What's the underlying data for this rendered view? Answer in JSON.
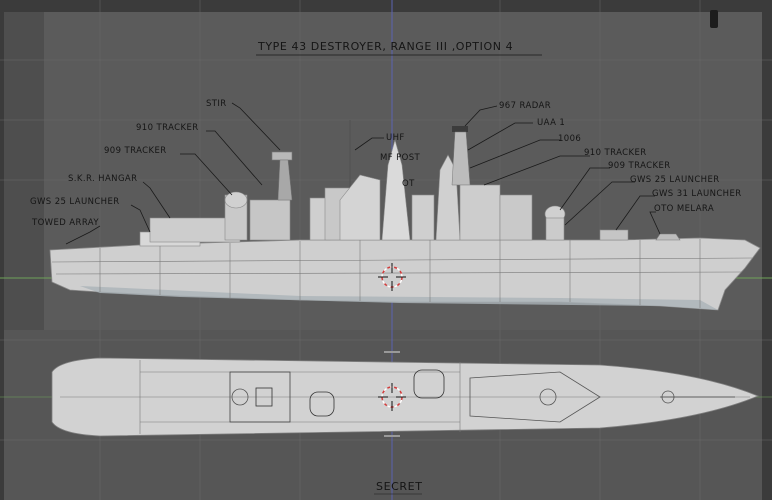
{
  "drawing": {
    "title": "TYPE 43 DESTROYER,  RANGE III ,OPTION 4",
    "footer": "SECRET"
  },
  "labels": {
    "stir": "STIR",
    "tracker910_fwd": "910 TRACKER",
    "tracker909_fwd": "909 TRACKER",
    "skr_hangar": "S.K.R. HANGAR",
    "gws25_aft": "GWS 25 LAUNCHER",
    "towed_array": "TOWED ARRAY",
    "uhf": "UHF",
    "mf_post": "MF POST",
    "radar967": "967 RADAR",
    "uaa1": "UAA 1",
    "r1006": "1006",
    "tracker910_aft": "910 TRACKER",
    "tracker909_aft": "909 TRACKER",
    "gws25_fwd": "GWS 25 LAUNCHER",
    "gws31": "GWS 31 LAUNCHER",
    "oto_melara": "OTO  MELARA",
    "ot": "OT"
  },
  "colors": {
    "background": "#3b3b3b",
    "sheet": "#5a5a5a",
    "hull": "#d2d2d2",
    "x_axis": "#6fa35a",
    "y_axis": "#5b63b0",
    "cursor": "#d43c3c"
  }
}
